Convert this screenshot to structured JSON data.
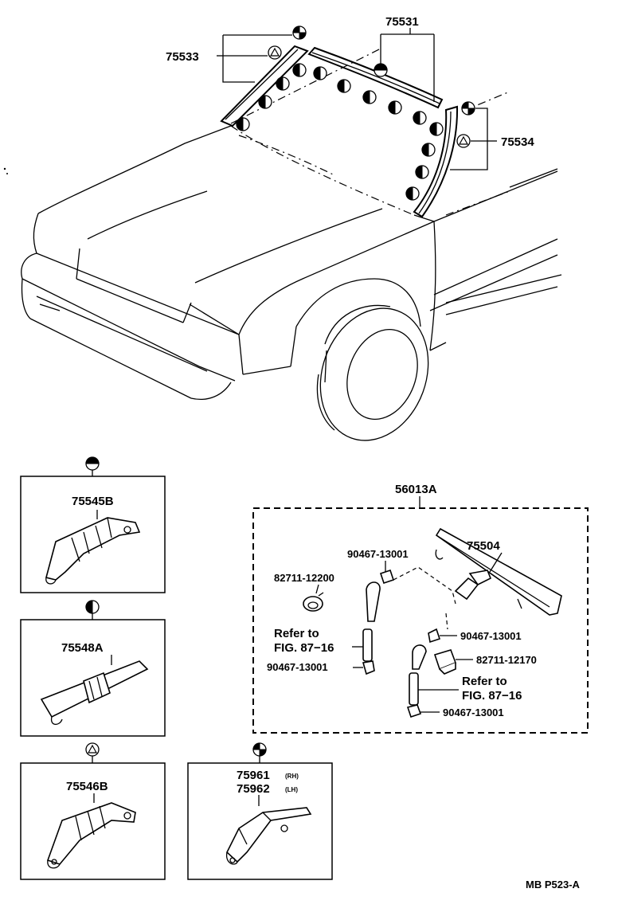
{
  "callouts": {
    "p75531": "75531",
    "p75533": "75533",
    "p75534": "75534"
  },
  "panels": {
    "p75545b": "75545B",
    "p75548a": "75548A",
    "p75546b": "75546B",
    "p75961": "75961",
    "p75961_suffix": "(RH)",
    "p75962": "75962",
    "p75962_suffix": "(LH)"
  },
  "washer": {
    "assembly": "56013A",
    "p75504": "75504",
    "p90467_a": "90467-13001",
    "p90467_b": "90467-13001",
    "p90467_c": "90467-13001",
    "p90467_d": "90467-13001",
    "p82711_12200": "82711-12200",
    "p82711_12170": "82711-12170",
    "refer_a_line1": "Refer to",
    "refer_a_line2": "FIG. 87−16",
    "refer_b_line1": "Refer to",
    "refer_b_line2": "FIG. 87−16"
  },
  "footer": {
    "code": "MB P523-A"
  },
  "symbols": [
    "quarter-filled-circle-icon",
    "triangle-in-circle-icon",
    "half-filled-circle-icon",
    "left-half-filled-circle-icon"
  ]
}
